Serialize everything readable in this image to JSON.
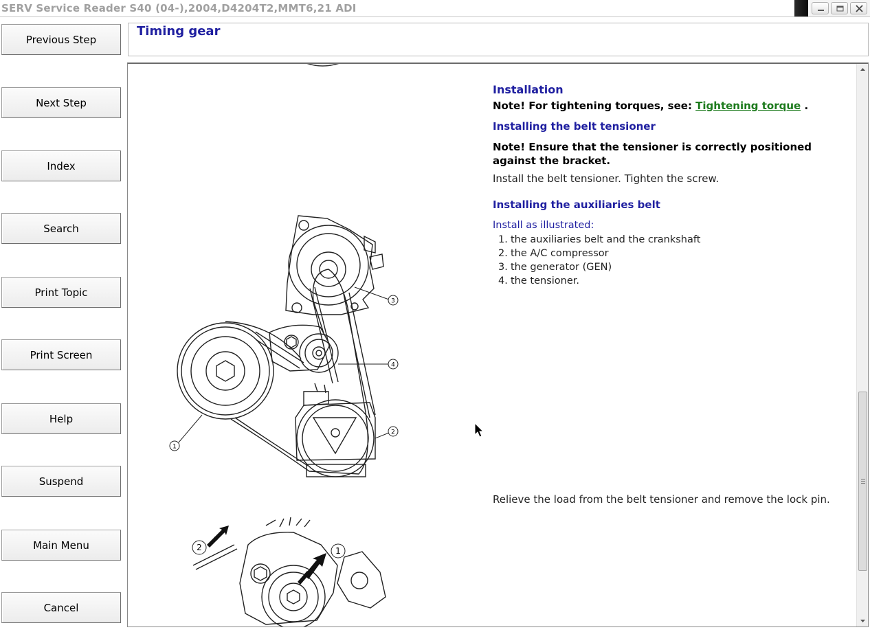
{
  "window": {
    "title": "SERV Service Reader S40 (04-),2004,D4204T2,MMT6,21 ADI"
  },
  "nav": {
    "previous_step": "Previous Step",
    "next_step": "Next Step",
    "index": "Index",
    "search": "Search",
    "print_topic": "Print Topic",
    "print_screen": "Print Screen",
    "help": "Help",
    "suspend": "Suspend",
    "main_menu": "Main Menu",
    "cancel": "Cancel"
  },
  "header": {
    "title": "Timing gear"
  },
  "content": {
    "installation_heading": "Installation",
    "note_torque_prefix": "Note! For tightening torques, see: ",
    "note_torque_link": "Tightening torque",
    "note_torque_suffix": " .",
    "tensioner_heading": "Installing the belt tensioner",
    "tensioner_note": "Note! Ensure that the tensioner is correctly positioned against the bracket.",
    "tensioner_step": "Install the belt tensioner. Tighten the screw.",
    "aux_heading": "Installing the auxiliaries belt",
    "aux_intro": "Install as illustrated:",
    "aux_steps": [
      {
        "num": "1.",
        "text": "the auxiliaries belt and the crankshaft"
      },
      {
        "num": "2.",
        "text": "the A/C compressor"
      },
      {
        "num": "3.",
        "text": "the generator (GEN)"
      },
      {
        "num": "4.",
        "text": "the tensioner."
      }
    ],
    "relieve_text": "Relieve the load from the belt tensioner and remove the lock pin."
  },
  "figures": {
    "belt_callouts": [
      "1",
      "2",
      "3",
      "4"
    ],
    "tensioner_callouts": [
      "1",
      "2"
    ]
  }
}
